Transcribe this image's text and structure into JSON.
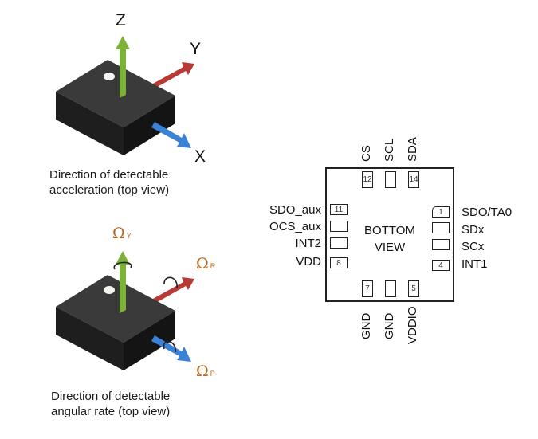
{
  "accel_figure": {
    "axis_labels": {
      "z": "Z",
      "y": "Y",
      "x": "X"
    },
    "caption_line1": "Direction of detectable",
    "caption_line2": "acceleration (top view)",
    "colors": {
      "z_arrow": "#7db23a",
      "y_arrow": "#b83a35",
      "x_arrow": "#3b82d6",
      "chip": "#2a2a2a"
    }
  },
  "gyro_figure": {
    "omega_symbol": "Ω",
    "axis_labels": {
      "yaw": "Y",
      "roll": "R",
      "pitch": "P"
    },
    "caption_line1": "Direction of detectable",
    "caption_line2": "angular rate (top view)",
    "colors": {
      "label": "#b5651d"
    }
  },
  "pinout": {
    "center_line1": "BOTTOM",
    "center_line2": "VIEW",
    "top_pins": [
      {
        "label": "CS",
        "number": "12"
      },
      {
        "label": "SCL",
        "number": ""
      },
      {
        "label": "SDA",
        "number": "14"
      }
    ],
    "left_pins": [
      {
        "label": "SDO_aux",
        "number": "11"
      },
      {
        "label": "OCS_aux",
        "number": ""
      },
      {
        "label": "INT2",
        "number": ""
      },
      {
        "label": "VDD",
        "number": "8"
      }
    ],
    "right_pins": [
      {
        "label": "SDO/TA0",
        "number": "1"
      },
      {
        "label": "SDx",
        "number": ""
      },
      {
        "label": "SCx",
        "number": ""
      },
      {
        "label": "INT1",
        "number": "4"
      }
    ],
    "bottom_pins": [
      {
        "label": "GND",
        "number": "7"
      },
      {
        "label": "GND",
        "number": ""
      },
      {
        "label": "VDDIO",
        "number": "5"
      }
    ]
  }
}
